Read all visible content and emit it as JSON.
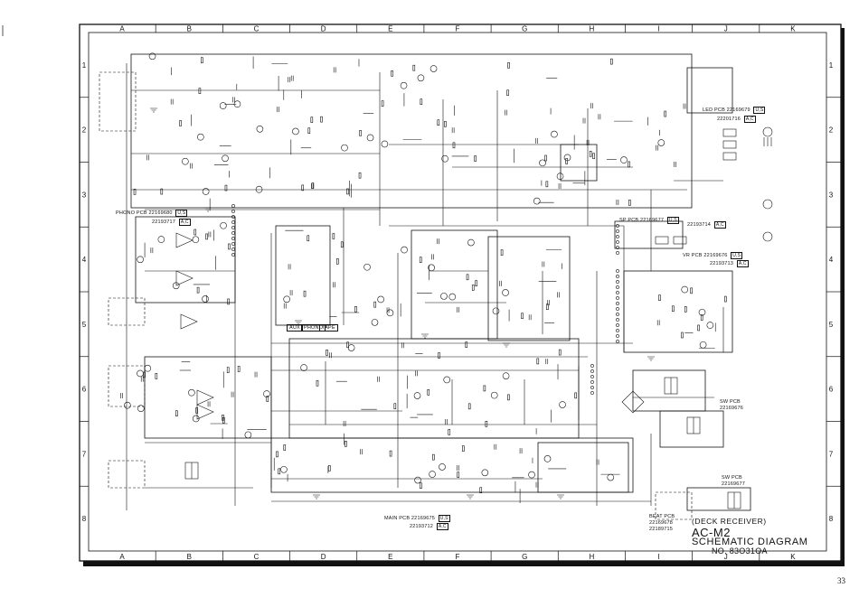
{
  "grid": {
    "columns": [
      "A",
      "B",
      "C",
      "D",
      "E",
      "F",
      "G",
      "H",
      "I",
      "J",
      "K"
    ],
    "rows": [
      "1",
      "2",
      "3",
      "4",
      "5",
      "6",
      "7",
      "8"
    ]
  },
  "pcb_labels": {
    "led": {
      "name": "LED PCB",
      "codes": [
        "22169679",
        "22201716"
      ],
      "tags": [
        "U,S",
        "A,C"
      ]
    },
    "phono": {
      "name": "PHONO PCB",
      "code1": "22169680",
      "tag1": "U,S",
      "code2": "22193717",
      "tag2": "A,C"
    },
    "sp": {
      "name": "SP PCB",
      "code1": "22169677",
      "tag1": "U,S",
      "code2": "22193714",
      "tag2": "A,C"
    },
    "vr": {
      "name": "VR PCB",
      "code1": "22169676",
      "tag1": "U,S",
      "code2": "22193713",
      "tag2": "A,C"
    },
    "main": {
      "name": "MAIN PCB",
      "code1": "22169675",
      "tag1": "U,S",
      "code2": "22193712",
      "tag2": "A,C"
    },
    "beat": {
      "name": "BEAT PCB",
      "code1": "22169678",
      "code2": "22189715"
    },
    "sw1": {
      "name": "SW PCB",
      "code": "22169676"
    },
    "sw2": {
      "name": "SW PCB",
      "code": "22169677"
    }
  },
  "source_tags": [
    "AUX",
    "PHONO",
    "TAPE"
  ],
  "title_block": {
    "subtitle": "(DECK RECEIVER)",
    "model": "AC-M2",
    "diagram_name": "SCHEMATIC DIAGRAM",
    "doc_number": "NO. 83O31OA"
  },
  "page_number": "33"
}
